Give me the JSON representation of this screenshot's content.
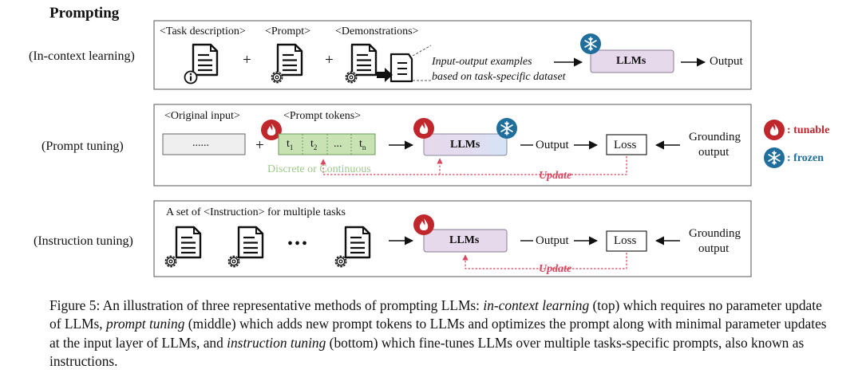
{
  "title": "Prompting",
  "legend": {
    "tunable": ": tunable",
    "frozen": ": frozen"
  },
  "icl": {
    "label": "(In-context learning)",
    "task_description": "<Task description>",
    "prompt": "<Prompt>",
    "demonstrations": "<Demonstrations>",
    "plus": "+",
    "examples_line1": "Input-output examples",
    "examples_line2": "based on task-specific dataset",
    "llm": "LLMs",
    "output": "Output"
  },
  "pt": {
    "label": "(Prompt tuning)",
    "original_input": "<Original input>",
    "input_dots": "......",
    "prompt_tokens": "<Prompt tokens>",
    "tokens": [
      "t",
      "t",
      "...",
      "t"
    ],
    "token_subs": [
      "1",
      "2",
      "",
      "n"
    ],
    "discrete": "Discrete or Continuous",
    "llm": "LLMs",
    "output": "Output",
    "loss": "Loss",
    "grounding_line1": "Grounding",
    "grounding_line2": "output",
    "update": "Update",
    "plus": "+"
  },
  "it": {
    "label": "(Instruction tuning)",
    "set_label": "A set of <Instruction> for multiple tasks",
    "dots": "•••",
    "llm": "LLMs",
    "output": "Output",
    "loss": "Loss",
    "grounding_line1": "Grounding",
    "grounding_line2": "output",
    "update": "Update"
  },
  "caption": {
    "fig": "Figure 5: An illustration of three representative methods of prompting LLMs: ",
    "icl": "in-context learning",
    "after_icl": " (top) which requires no parameter update of LLMs, ",
    "pt": "prompt tuning",
    "after_pt": " (middle) which adds new prompt tokens to LLMs and optimizes the prompt along with minimal parameter updates at the input layer of LLMs, and ",
    "it": "instruction tuning",
    "after_it": " (bottom) which fine-tunes LLMs over multiple tasks-specific prompts, also known as instructions."
  },
  "colors": {
    "llm_fill": "#e6d9ec",
    "llm_frozen_fill": "#dbe8f7",
    "token_fill": "#c8e2b4",
    "fire": "#c0272d",
    "snow": "#1f6e9c",
    "update": "#d9475f",
    "discrete": "#9bc98a"
  }
}
